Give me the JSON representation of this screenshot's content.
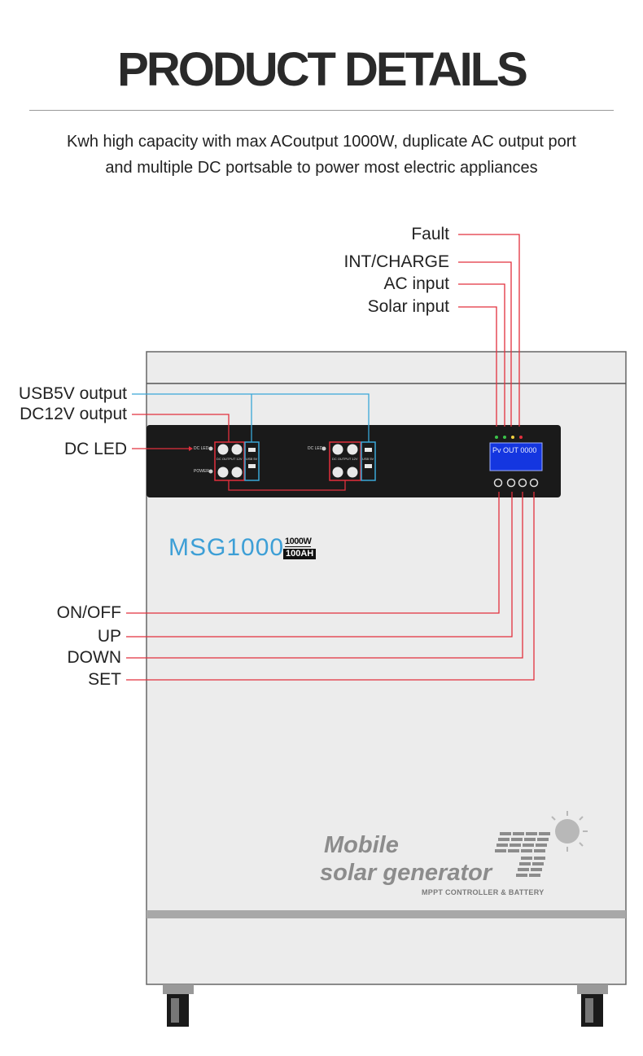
{
  "header": {
    "title": "PRODUCT DETAILS",
    "subtitle_line1": "Kwh high capacity with max ACoutput 1000W, duplicate AC output port",
    "subtitle_line2": "and multiple DC portsable to power most electric appliances"
  },
  "callouts_top_right": [
    "Fault",
    "INT/CHARGE",
    "AC input",
    "Solar input"
  ],
  "callouts_left": [
    "USB5V output",
    "DC12V output",
    "DC LED"
  ],
  "callouts_buttons": [
    "ON/OFF",
    "UP",
    "DOWN",
    "SET"
  ],
  "device": {
    "model": "MSG1000",
    "power": "1000W",
    "capacity": "100AH",
    "logo_line1": "Mobile",
    "logo_line2": "solar generator",
    "logo_tagline": "MPPT CONTROLLER & BATTERY"
  },
  "panel_small_text": {
    "dc_led": "DC LED",
    "power": "POWER",
    "dc_output": "DC OUTPUT 12V",
    "usb": "USB 5V",
    "lcd_text": "Pv OUT 0000"
  },
  "colors": {
    "callout_red": "#e2303d",
    "callout_blue": "#3aa7d8",
    "brand_blue": "#3d9fd6",
    "panel_black": "#1a1a1a",
    "lcd_blue": "#1436e0"
  }
}
